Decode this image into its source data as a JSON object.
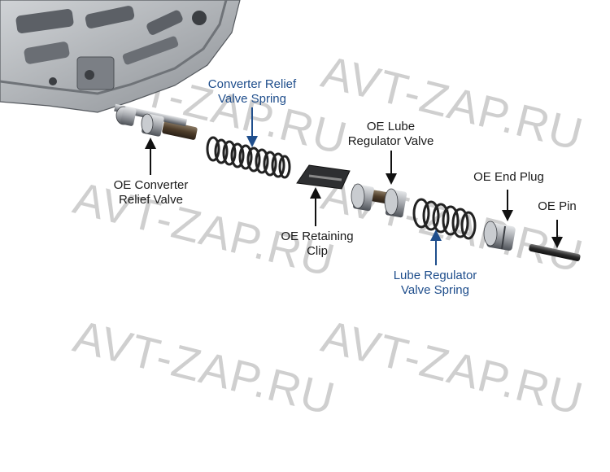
{
  "labels": {
    "converter_relief_spring": [
      "Converter Relief",
      "Valve Spring"
    ],
    "oe_converter_relief_valve": [
      "OE Converter",
      "Relief Valve"
    ],
    "oe_lube_regulator_valve": [
      "OE Lube",
      "Regulator Valve"
    ],
    "oe_retaining_clip": [
      "OE Retaining",
      "Clip"
    ],
    "oe_end_plug": [
      "OE End Plug"
    ],
    "oe_pin": [
      "OE Pin"
    ],
    "lube_regulator_spring": [
      "Lube Regulator",
      "Valve Spring"
    ]
  },
  "watermark": "AVT-ZAP.RU",
  "colors": {
    "oe_label": "#1a1a1a",
    "aftermarket_label": "#1f4e8c",
    "watermark": "#cfcfcf",
    "metal": "#9a9da2",
    "bronze": "#5a4630"
  }
}
